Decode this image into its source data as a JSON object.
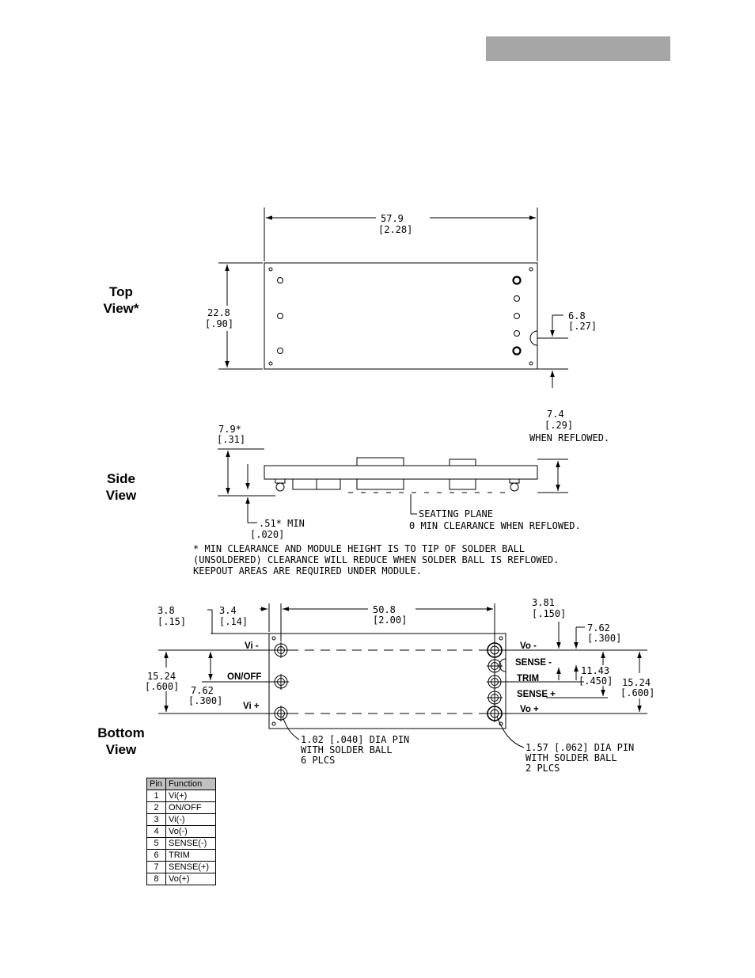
{
  "views": {
    "top": [
      "Top",
      "View*"
    ],
    "side": [
      "Side",
      "View"
    ],
    "bottom": [
      "Bottom",
      "View"
    ]
  },
  "top_view": {
    "width": [
      "57.9",
      "[2.28]"
    ],
    "height": [
      "22.8",
      "[.90]"
    ],
    "offset": [
      "6.8",
      "[.27]"
    ]
  },
  "side_view": {
    "height": [
      "7.9*",
      "[.31]"
    ],
    "reflowed": [
      "7.4",
      "[.29]",
      "WHEN REFLOWED."
    ],
    "clearance": [
      ".51* MIN",
      "[.020]"
    ],
    "seating": [
      "SEATING PLANE",
      "0 MIN CLEARANCE WHEN REFLOWED."
    ],
    "note": [
      "* MIN CLEARANCE AND MODULE HEIGHT IS TO TIP OF SOLDER BALL",
      "(UNSOLDERED) CLEARANCE WILL REDUCE WHEN SOLDER BALL IS REFLOWED.",
      "KEEPOUT AREAS ARE REQUIRED UNDER MODULE."
    ]
  },
  "bottom_view": {
    "dim_a": [
      "3.8",
      "[.15]"
    ],
    "dim_b": [
      "3.4",
      "[.14]"
    ],
    "dim_c": [
      "50.8",
      "[2.00]"
    ],
    "dim_d": [
      "3.81",
      "[.150]"
    ],
    "dim_e": [
      "7.62",
      "[.300]"
    ],
    "dim_f": [
      "11.43",
      "[.450]"
    ],
    "dim_g": [
      "15.24",
      "[.600]"
    ],
    "dim_h": [
      "15.24",
      "[.600]"
    ],
    "dim_i": [
      "7.62",
      "[.300]"
    ],
    "pins_left": [
      "Vi -",
      "ON/OFF",
      "Vi +"
    ],
    "pins_right": [
      "Vo -",
      "SENSE -",
      "TRIM",
      "SENSE +",
      "Vo +"
    ],
    "callout_small": [
      "1.02 [.040] DIA PIN",
      "WITH SOLDER BALL",
      "6 PLCS"
    ],
    "callout_large": [
      "1.57 [.062] DIA PIN",
      "WITH SOLDER BALL",
      "2 PLCS"
    ]
  },
  "pin_table": {
    "headers": [
      "Pin",
      "Function"
    ],
    "rows": [
      [
        "1",
        "Vi(+)"
      ],
      [
        "2",
        "ON/OFF"
      ],
      [
        "3",
        "Vi(-)"
      ],
      [
        "4",
        "Vo(-)"
      ],
      [
        "5",
        "SENSE(-)"
      ],
      [
        "6",
        "TRIM"
      ],
      [
        "7",
        "SENSE(+)"
      ],
      [
        "8",
        "Vo(+)"
      ]
    ]
  }
}
